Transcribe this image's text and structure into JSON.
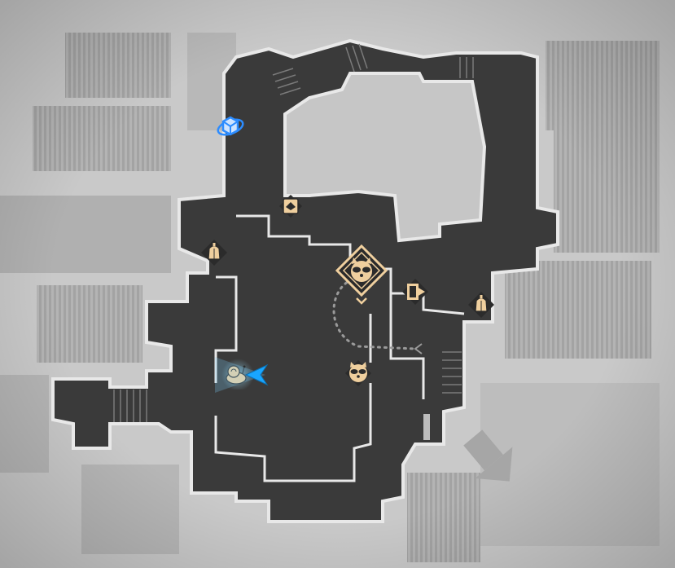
{
  "map": {
    "colors": {
      "background": "#c9c9c9",
      "city_blocks": "#a9a9a9",
      "floor": "#3a3a3a",
      "wall": "#e8e8e8",
      "marker_fill": "#efcf9e",
      "marker_dark": "#2b2b2b",
      "player": "#19a6ff",
      "save_point": "#2c8cff"
    },
    "markers": [
      {
        "id": "save-point",
        "icon": "spinning-cube-icon"
      },
      {
        "id": "item-crate",
        "icon": "supply-crate-icon"
      },
      {
        "id": "bell-west",
        "icon": "bell-icon"
      },
      {
        "id": "bell-east",
        "icon": "bell-icon"
      },
      {
        "id": "raccoon-objective",
        "icon": "raccoon-diamond-icon"
      },
      {
        "id": "raccoon-small",
        "icon": "raccoon-icon"
      },
      {
        "id": "exit-door",
        "icon": "exit-door-icon"
      },
      {
        "id": "player",
        "icon": "player-arrow-icon"
      },
      {
        "id": "companion",
        "icon": "snail-companion-icon"
      }
    ]
  }
}
